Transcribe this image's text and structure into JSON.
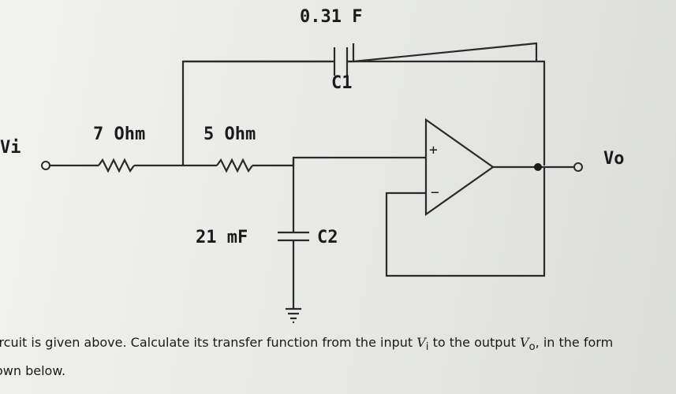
{
  "circuit": {
    "input_label": "Vi",
    "output_label": "Vo",
    "r1_label": "7 Ohm",
    "r2_label": "5 Ohm",
    "c1_value": "0.31 F",
    "c1_name": "C1",
    "c2_value": "21 mF",
    "c2_name": "C2",
    "opamp_plus": "+",
    "opamp_minus": "−"
  },
  "caption": {
    "line1_a": "ircuit is given above. Calculate its transfer function from the input ",
    "vi_sym": "V",
    "vi_sub": "i",
    "line1_b": " to the output ",
    "vo_sym": "V",
    "vo_sub": "o",
    "line1_c": ", in the form",
    "line2": "own below."
  }
}
